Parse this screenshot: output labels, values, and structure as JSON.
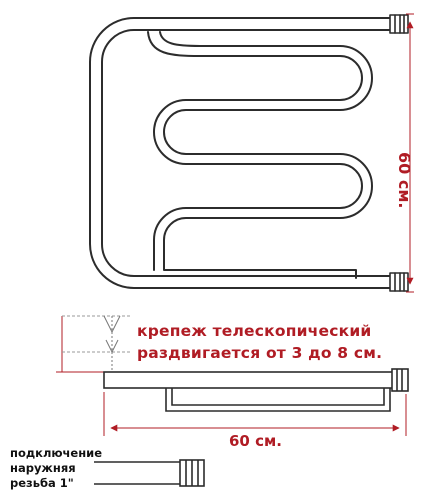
{
  "colors": {
    "line": "#333333",
    "dimension": "#b01c24",
    "text": "#111111"
  },
  "labels": {
    "height": "60 см.",
    "note_line1": "крепеж телескопический",
    "note_line2": "раздвигается от 3 до 8 см.",
    "width": "60 см.",
    "conn_line1": "подключение",
    "conn_line2": "наружняя",
    "conn_line3": "резьба 1\""
  }
}
